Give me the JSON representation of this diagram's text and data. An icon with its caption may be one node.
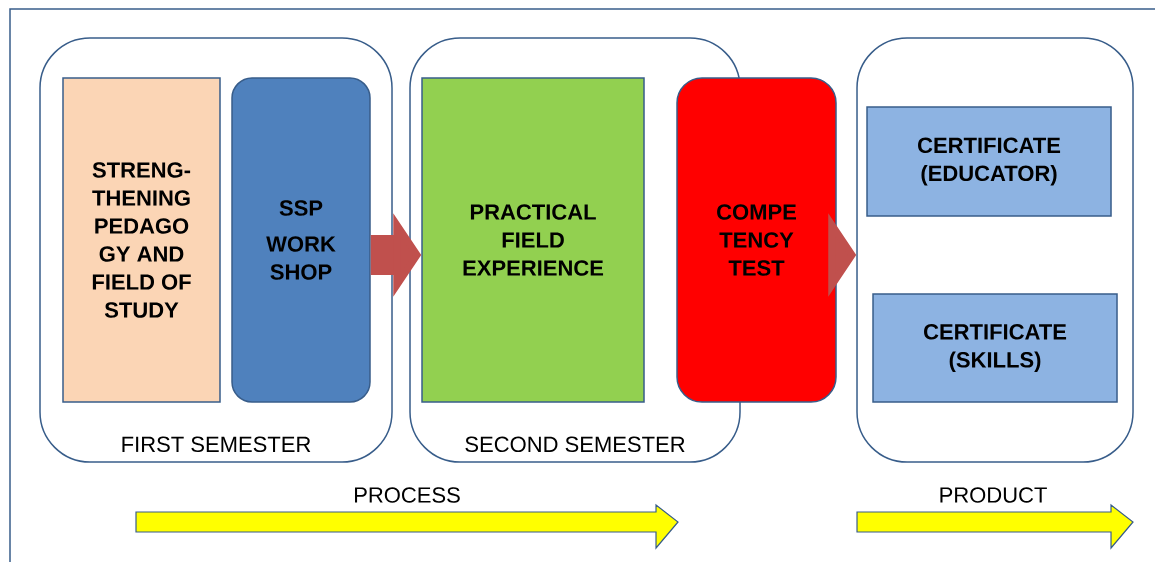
{
  "diagram": {
    "nodes": [
      {
        "text": [
          "FIRST SEMESTER"
        ]
      },
      {
        "text": [
          "STRENG- THENING PEDAGO GY AND FIELD OF STUDY"
        ],
        "in": 0
      },
      {
        "text": [
          "SSP",
          "WORK SHOP"
        ],
        "in": 0
      },
      {
        "text": [
          "SECOND SEMESTER"
        ]
      },
      {
        "text": [
          "PRACTICAL FIELD EXPERIENCE"
        ],
        "in": 3
      },
      {
        "text": [
          "COMPE TENCY TEST"
        ]
      },
      {
        "text": [],
        "shape": "box"
      },
      {
        "text": [
          "CERTIFICATE (EDUCATOR)"
        ],
        "in": 6
      },
      {
        "text": [
          "CERTIFICATE (SKILLS)"
        ],
        "in": 6
      }
    ],
    "edges": [
      {
        "from": 2,
        "to": 4,
        "arrow": "to"
      },
      {
        "from": 5,
        "to": 6,
        "arrow": "to"
      }
    ],
    "labels": [
      "PROCESS",
      "PRODUCT"
    ]
  }
}
